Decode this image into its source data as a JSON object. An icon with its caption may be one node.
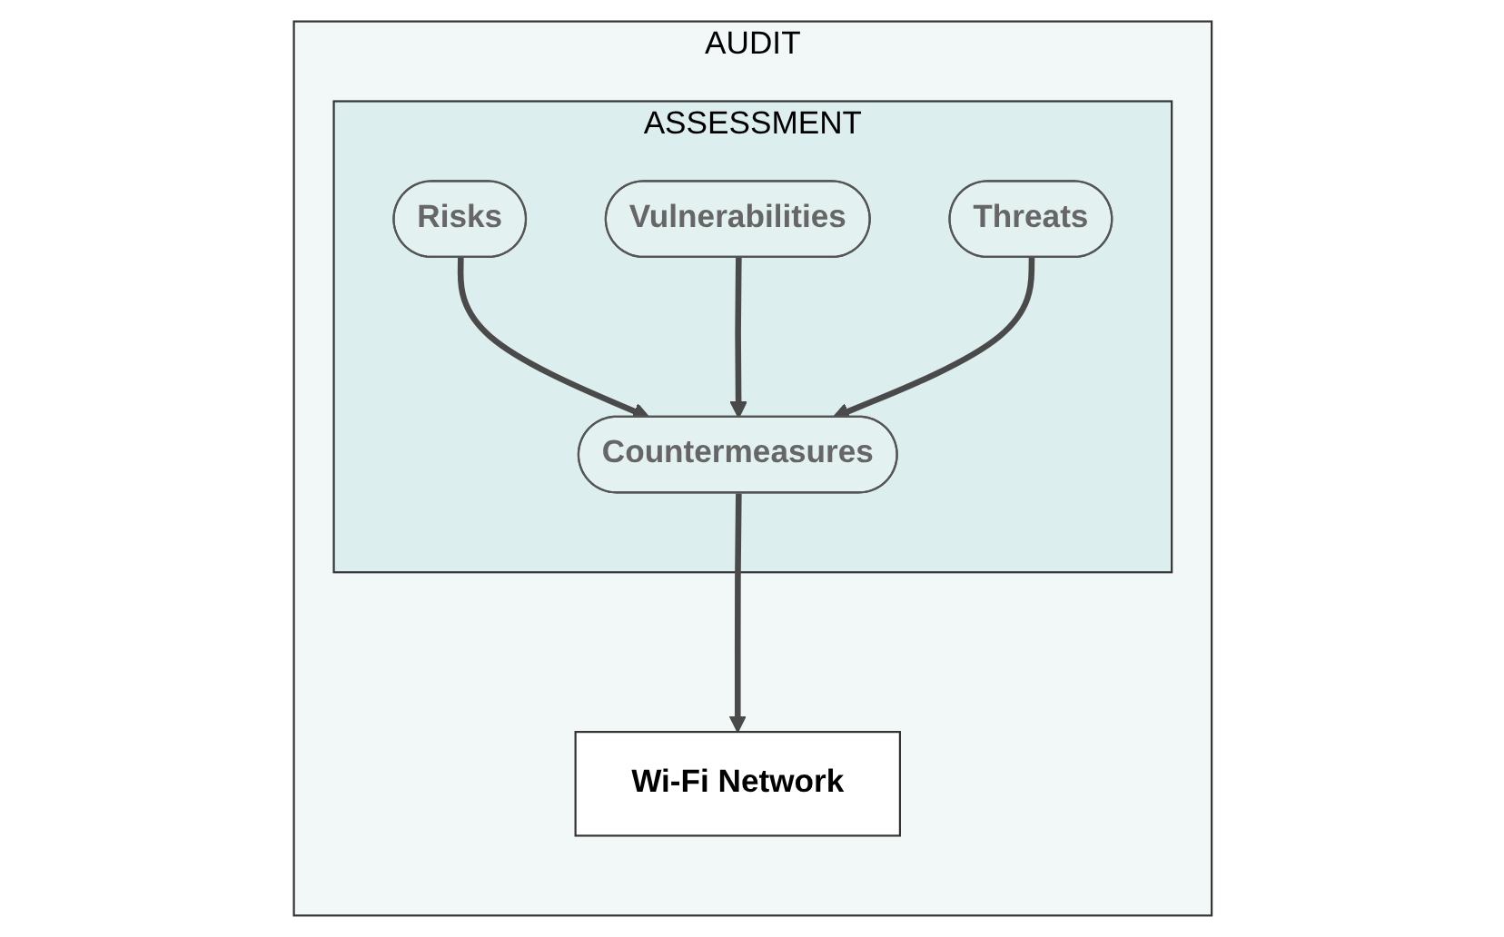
{
  "diagram": {
    "nodes": [
      {
        "text": [
          "AUDIT"
        ]
      },
      {
        "text": [
          "ASSESSMENT"
        ],
        "in": 0
      },
      {
        "text": [
          "Risks"
        ],
        "in": 1
      },
      {
        "text": [
          "Vulnerabilities"
        ],
        "in": 1
      },
      {
        "text": [
          "Threats"
        ],
        "in": 1
      },
      {
        "text": [
          "Countermeasures"
        ],
        "in": 1
      },
      {
        "text": [
          "Wi-Fi Network"
        ],
        "in": 0
      }
    ],
    "edges": [
      {
        "from": 2,
        "to": 5,
        "arrow": "to"
      },
      {
        "from": 3,
        "to": 5,
        "arrow": "to"
      },
      {
        "from": 4,
        "to": 5,
        "arrow": "to"
      },
      {
        "from": 5,
        "to": 6,
        "arrow": "to"
      }
    ]
  }
}
